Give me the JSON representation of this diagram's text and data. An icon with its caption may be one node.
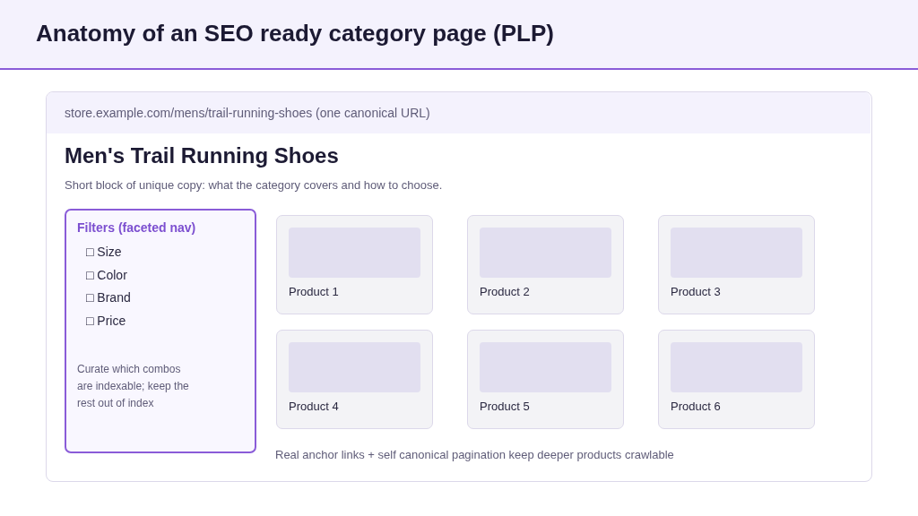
{
  "diagram": {
    "title": "Anatomy of an SEO ready category page (PLP)",
    "nodes": [
      {
        "text": [
          "Men's Trail Running Shoes",
          "Short block of unique copy: what the category covers and how to choose.",
          "Real anchor links + self canonical pagination keep deeper products crawlable"
        ]
      },
      {
        "text": [
          "store.example.com/mens/trail-running-shoes (one canonical URL)"
        ],
        "in": 0
      },
      {
        "text": [
          "Filters (faceted nav)",
          "□ Size",
          "□ Color",
          "□ Brand",
          "□ Price",
          "Curate which combos are indexable; keep the rest out of index"
        ],
        "in": 0
      },
      {
        "text": [
          "Product 1"
        ],
        "in": 0
      },
      {
        "text": [
          "Product 2"
        ],
        "in": 0
      },
      {
        "text": [
          "Product 3"
        ],
        "in": 0
      },
      {
        "text": [
          "Product 4"
        ],
        "in": 0
      },
      {
        "text": [
          "Product 5"
        ],
        "in": 0
      },
      {
        "text": [
          "Product 6"
        ],
        "in": 0
      }
    ],
    "edges": []
  }
}
